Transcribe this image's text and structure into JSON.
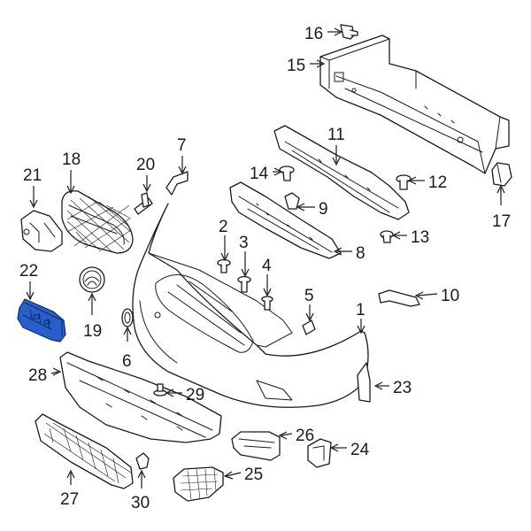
{
  "callouts": [
    {
      "id": "1",
      "label": "1"
    },
    {
      "id": "2",
      "label": "2"
    },
    {
      "id": "3",
      "label": "3"
    },
    {
      "id": "4",
      "label": "4"
    },
    {
      "id": "5",
      "label": "5"
    },
    {
      "id": "6",
      "label": "6"
    },
    {
      "id": "7",
      "label": "7"
    },
    {
      "id": "8",
      "label": "8"
    },
    {
      "id": "9",
      "label": "9"
    },
    {
      "id": "10",
      "label": "10"
    },
    {
      "id": "11",
      "label": "11"
    },
    {
      "id": "12",
      "label": "12"
    },
    {
      "id": "13",
      "label": "13"
    },
    {
      "id": "14",
      "label": "14"
    },
    {
      "id": "15",
      "label": "15"
    },
    {
      "id": "16",
      "label": "16"
    },
    {
      "id": "17",
      "label": "17"
    },
    {
      "id": "18",
      "label": "18"
    },
    {
      "id": "19",
      "label": "19"
    },
    {
      "id": "20",
      "label": "20"
    },
    {
      "id": "21",
      "label": "21"
    },
    {
      "id": "22",
      "label": "22"
    },
    {
      "id": "23",
      "label": "23"
    },
    {
      "id": "24",
      "label": "24"
    },
    {
      "id": "25",
      "label": "25"
    },
    {
      "id": "26",
      "label": "26"
    },
    {
      "id": "27",
      "label": "27"
    },
    {
      "id": "28",
      "label": "28"
    },
    {
      "id": "29",
      "label": "29"
    },
    {
      "id": "30",
      "label": "30"
    }
  ],
  "highlighted_part": "22",
  "colors": {
    "highlight": "#2a5fc8",
    "line": "#1a1a1a",
    "background": "#ffffff"
  }
}
